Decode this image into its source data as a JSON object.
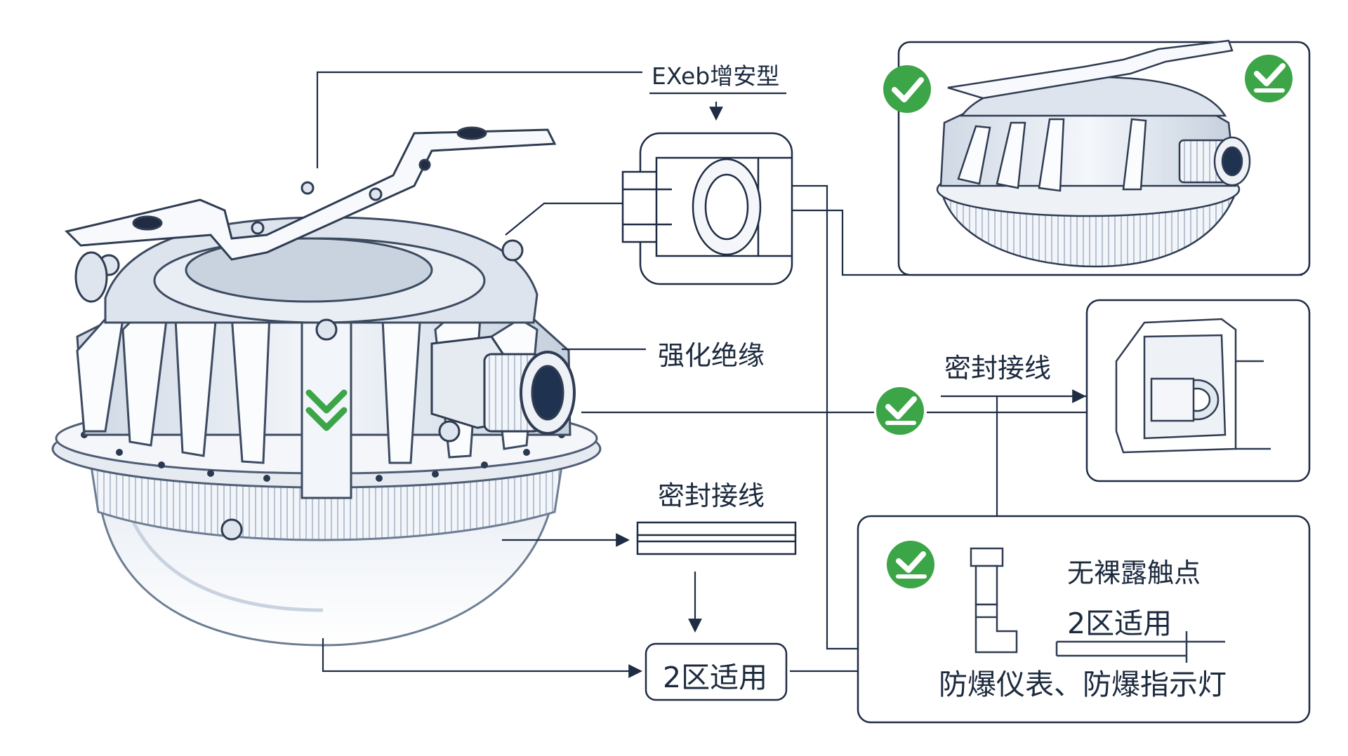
{
  "labels": {
    "exeb": "EXeb增安型",
    "insulation": "强化绝缘",
    "seal_top": "密封接线",
    "seal_bottom": "密封接线",
    "zone_box": "2区适用",
    "no_contact": "无裸露触点",
    "zone_right": "2区适用",
    "applications": "防爆仪表、防爆指示灯"
  },
  "colors": {
    "line": "#1e2c44",
    "check_green": "#3ca548",
    "body_light": "#eef2f7",
    "body_mid": "#d6dee9",
    "body_dark": "#aebacb"
  },
  "icons": [
    "check-badge-icon",
    "check-badge-icon",
    "check-badge-icon",
    "check-badge-icon",
    "chevron-down-icon"
  ]
}
